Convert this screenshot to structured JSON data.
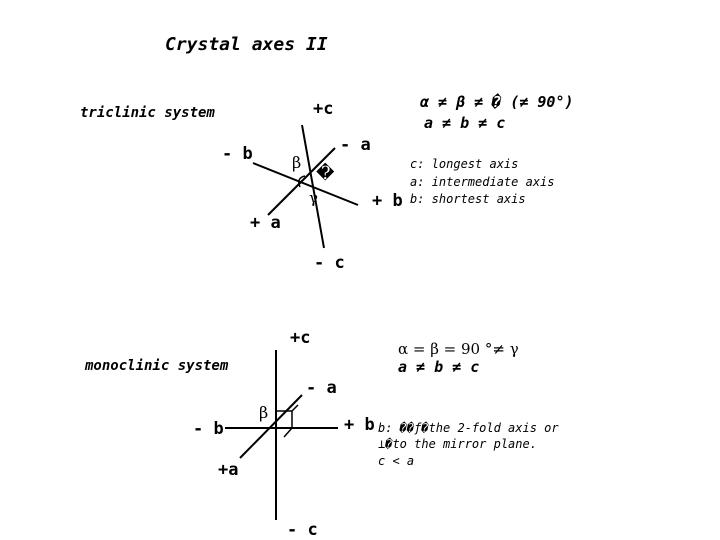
{
  "title": "Crystal axes II",
  "triclinic": {
    "system_label": "triclinic system",
    "axes": {
      "plus_c": "+c",
      "minus_a": "- a",
      "minus_b": "- b",
      "plus_b": "+ b",
      "plus_a": "+ a",
      "minus_c": "- c"
    },
    "angles": {
      "beta": "β",
      "alpha": "�",
      "gamma": "γ"
    },
    "relation_angles": "α ≠ β ≠ � (≠ 90°)",
    "relation_axes": "a ≠ b ≠ c",
    "notes": [
      "c: longest axis",
      "a: intermediate axis",
      "b: shortest axis"
    ]
  },
  "monoclinic": {
    "system_label": "monoclinic system",
    "axes": {
      "plus_c": "+c",
      "minus_a": "- a",
      "minus_b": "- b",
      "plus_b": "+ b",
      "plus_a": "+a",
      "minus_c": "- c"
    },
    "angles": {
      "beta": "β"
    },
    "relation_angles": "α = β = 90 °≠ γ",
    "relation_axes": "a ≠ b ≠ c",
    "notes": [
      "b: ��ƒ�the 2-fold axis or",
      "⊥�to the mirror plane.",
      "c < a"
    ]
  }
}
